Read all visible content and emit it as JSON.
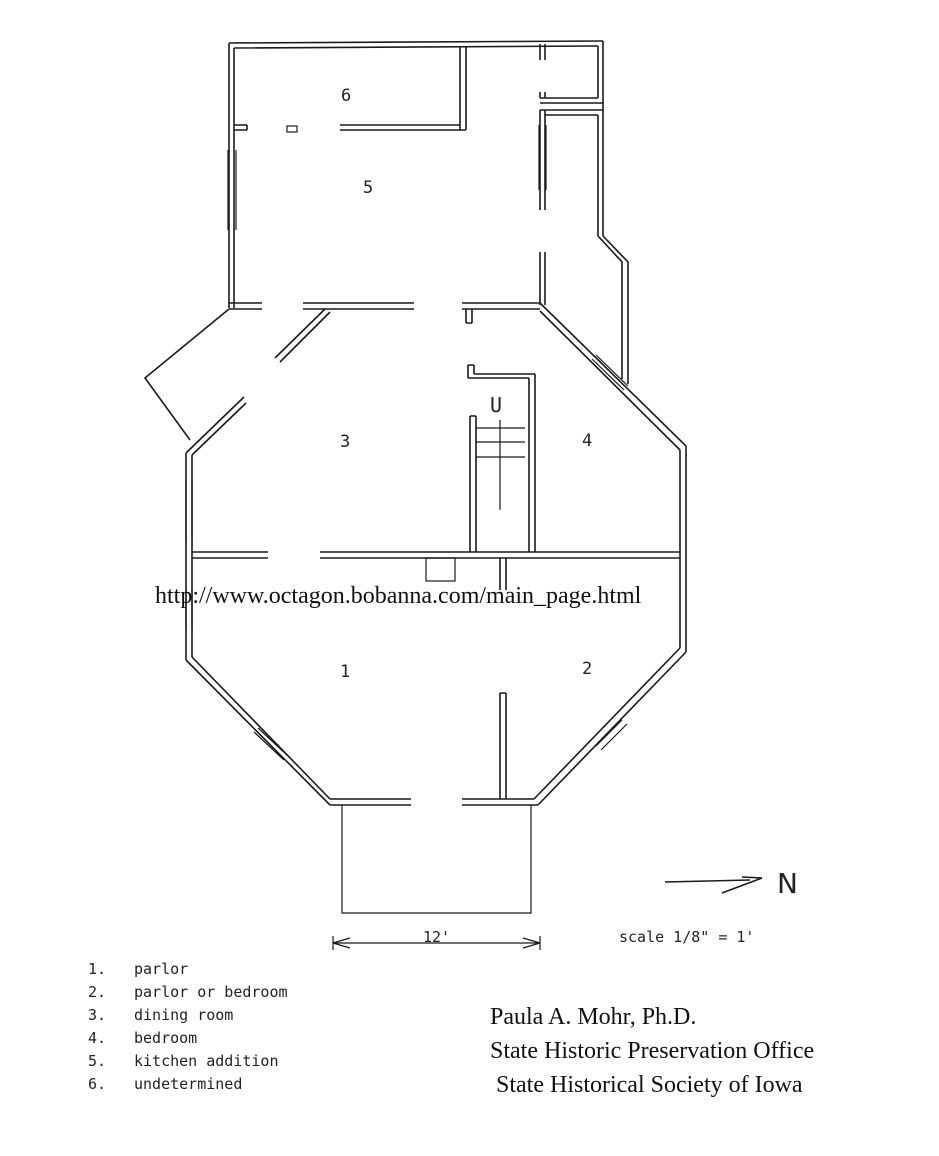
{
  "rooms": {
    "r1": "1",
    "r2": "2",
    "r3": "3",
    "r4": "4",
    "r5": "5",
    "r6": "6",
    "stair_label": "U"
  },
  "watermark": "http://www.octagon.bobanna.com/main_page.html",
  "north_label": "N",
  "dimension_label": "12'",
  "scale_text": "scale 1/8\" = 1'",
  "legend": [
    {
      "num": "1.",
      "label": "parlor"
    },
    {
      "num": "2.",
      "label": "parlor or bedroom"
    },
    {
      "num": "3.",
      "label": "dining room"
    },
    {
      "num": "4.",
      "label": "bedroom"
    },
    {
      "num": "5.",
      "label": "kitchen addition"
    },
    {
      "num": "6.",
      "label": "undetermined"
    }
  ],
  "credits": {
    "author": "Paula A. Mohr, Ph.D.",
    "office": "State Historic Preservation Office",
    "society": "State Historical Society of Iowa"
  }
}
